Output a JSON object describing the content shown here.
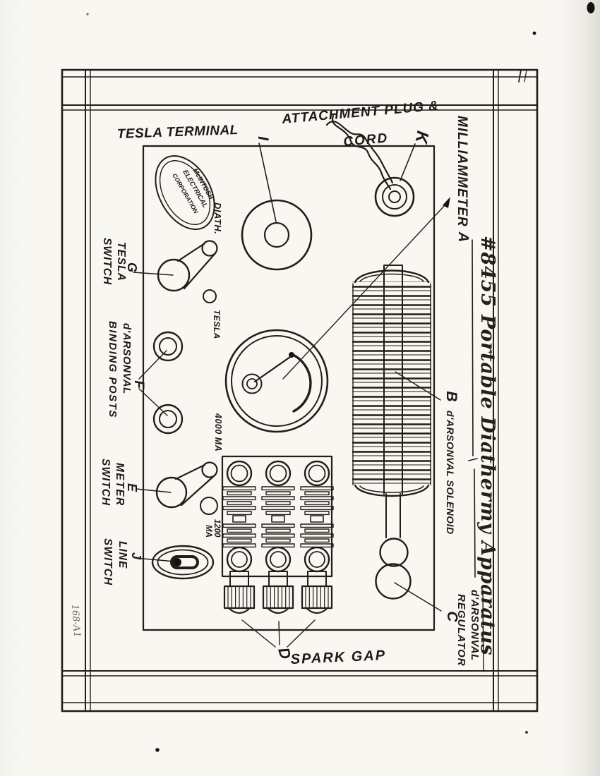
{
  "drawing": {
    "title": "#8455 Portable Diathermy Apparatus",
    "corner_mark": "168-A1",
    "logo": {
      "line1": "McINTOSH",
      "line2": "ELECTRICAL",
      "line3": "CORPORATION"
    },
    "labels": {
      "tesla_terminal": {
        "text": "TESLA TERMINAL",
        "marker": "I"
      },
      "attachment_plug": {
        "line1": "ATTACHMENT PLUG &",
        "line2": "CORD",
        "marker": "K"
      },
      "milliammeter": {
        "text": "MILLIAMMETER",
        "marker": "A"
      },
      "solenoid": {
        "text": "d'ARSONVAL SOLENOID",
        "marker": "B"
      },
      "regulator": {
        "line1": "d'ARSONVAL",
        "line2": "REGULATOR",
        "marker": "C"
      },
      "spark_gap": {
        "text": "SPARK GAP",
        "marker": "D"
      },
      "meter_switch": {
        "line1": "METER",
        "line2": "SWITCH",
        "marker": "E"
      },
      "binding_posts": {
        "line1": "d'ARSONVAL",
        "line2": "BINDING POSTS",
        "marker": "F"
      },
      "tesla_switch": {
        "line1": "TESLA",
        "line2": "SWITCH",
        "marker": "G"
      },
      "line_switch": {
        "line1": "LINE",
        "line2": "SWITCH",
        "marker": "J"
      },
      "panel_positions": {
        "diath": "DIATH.",
        "tesla": "TESLA",
        "ma_4000": "4000 MA",
        "ma_1200_line1": "1200",
        "ma_1200_line2": "MA"
      }
    }
  },
  "colors": {
    "ink": "#211d18",
    "paper": "#f8f7f2"
  }
}
